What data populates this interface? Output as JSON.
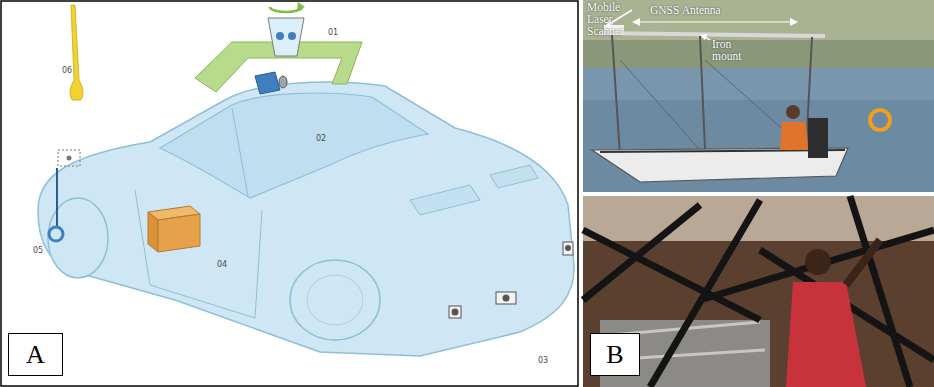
{
  "diagram": {
    "nodes": [
      {
        "text": [
          "A"
        ]
      },
      {
        "text": [
          "B"
        ]
      }
    ],
    "labels": [
      "01",
      "02",
      "03",
      "04",
      "05",
      "06",
      "Mobile Laser Scanner",
      "GNSS Antenna",
      "Iron mount"
    ]
  }
}
